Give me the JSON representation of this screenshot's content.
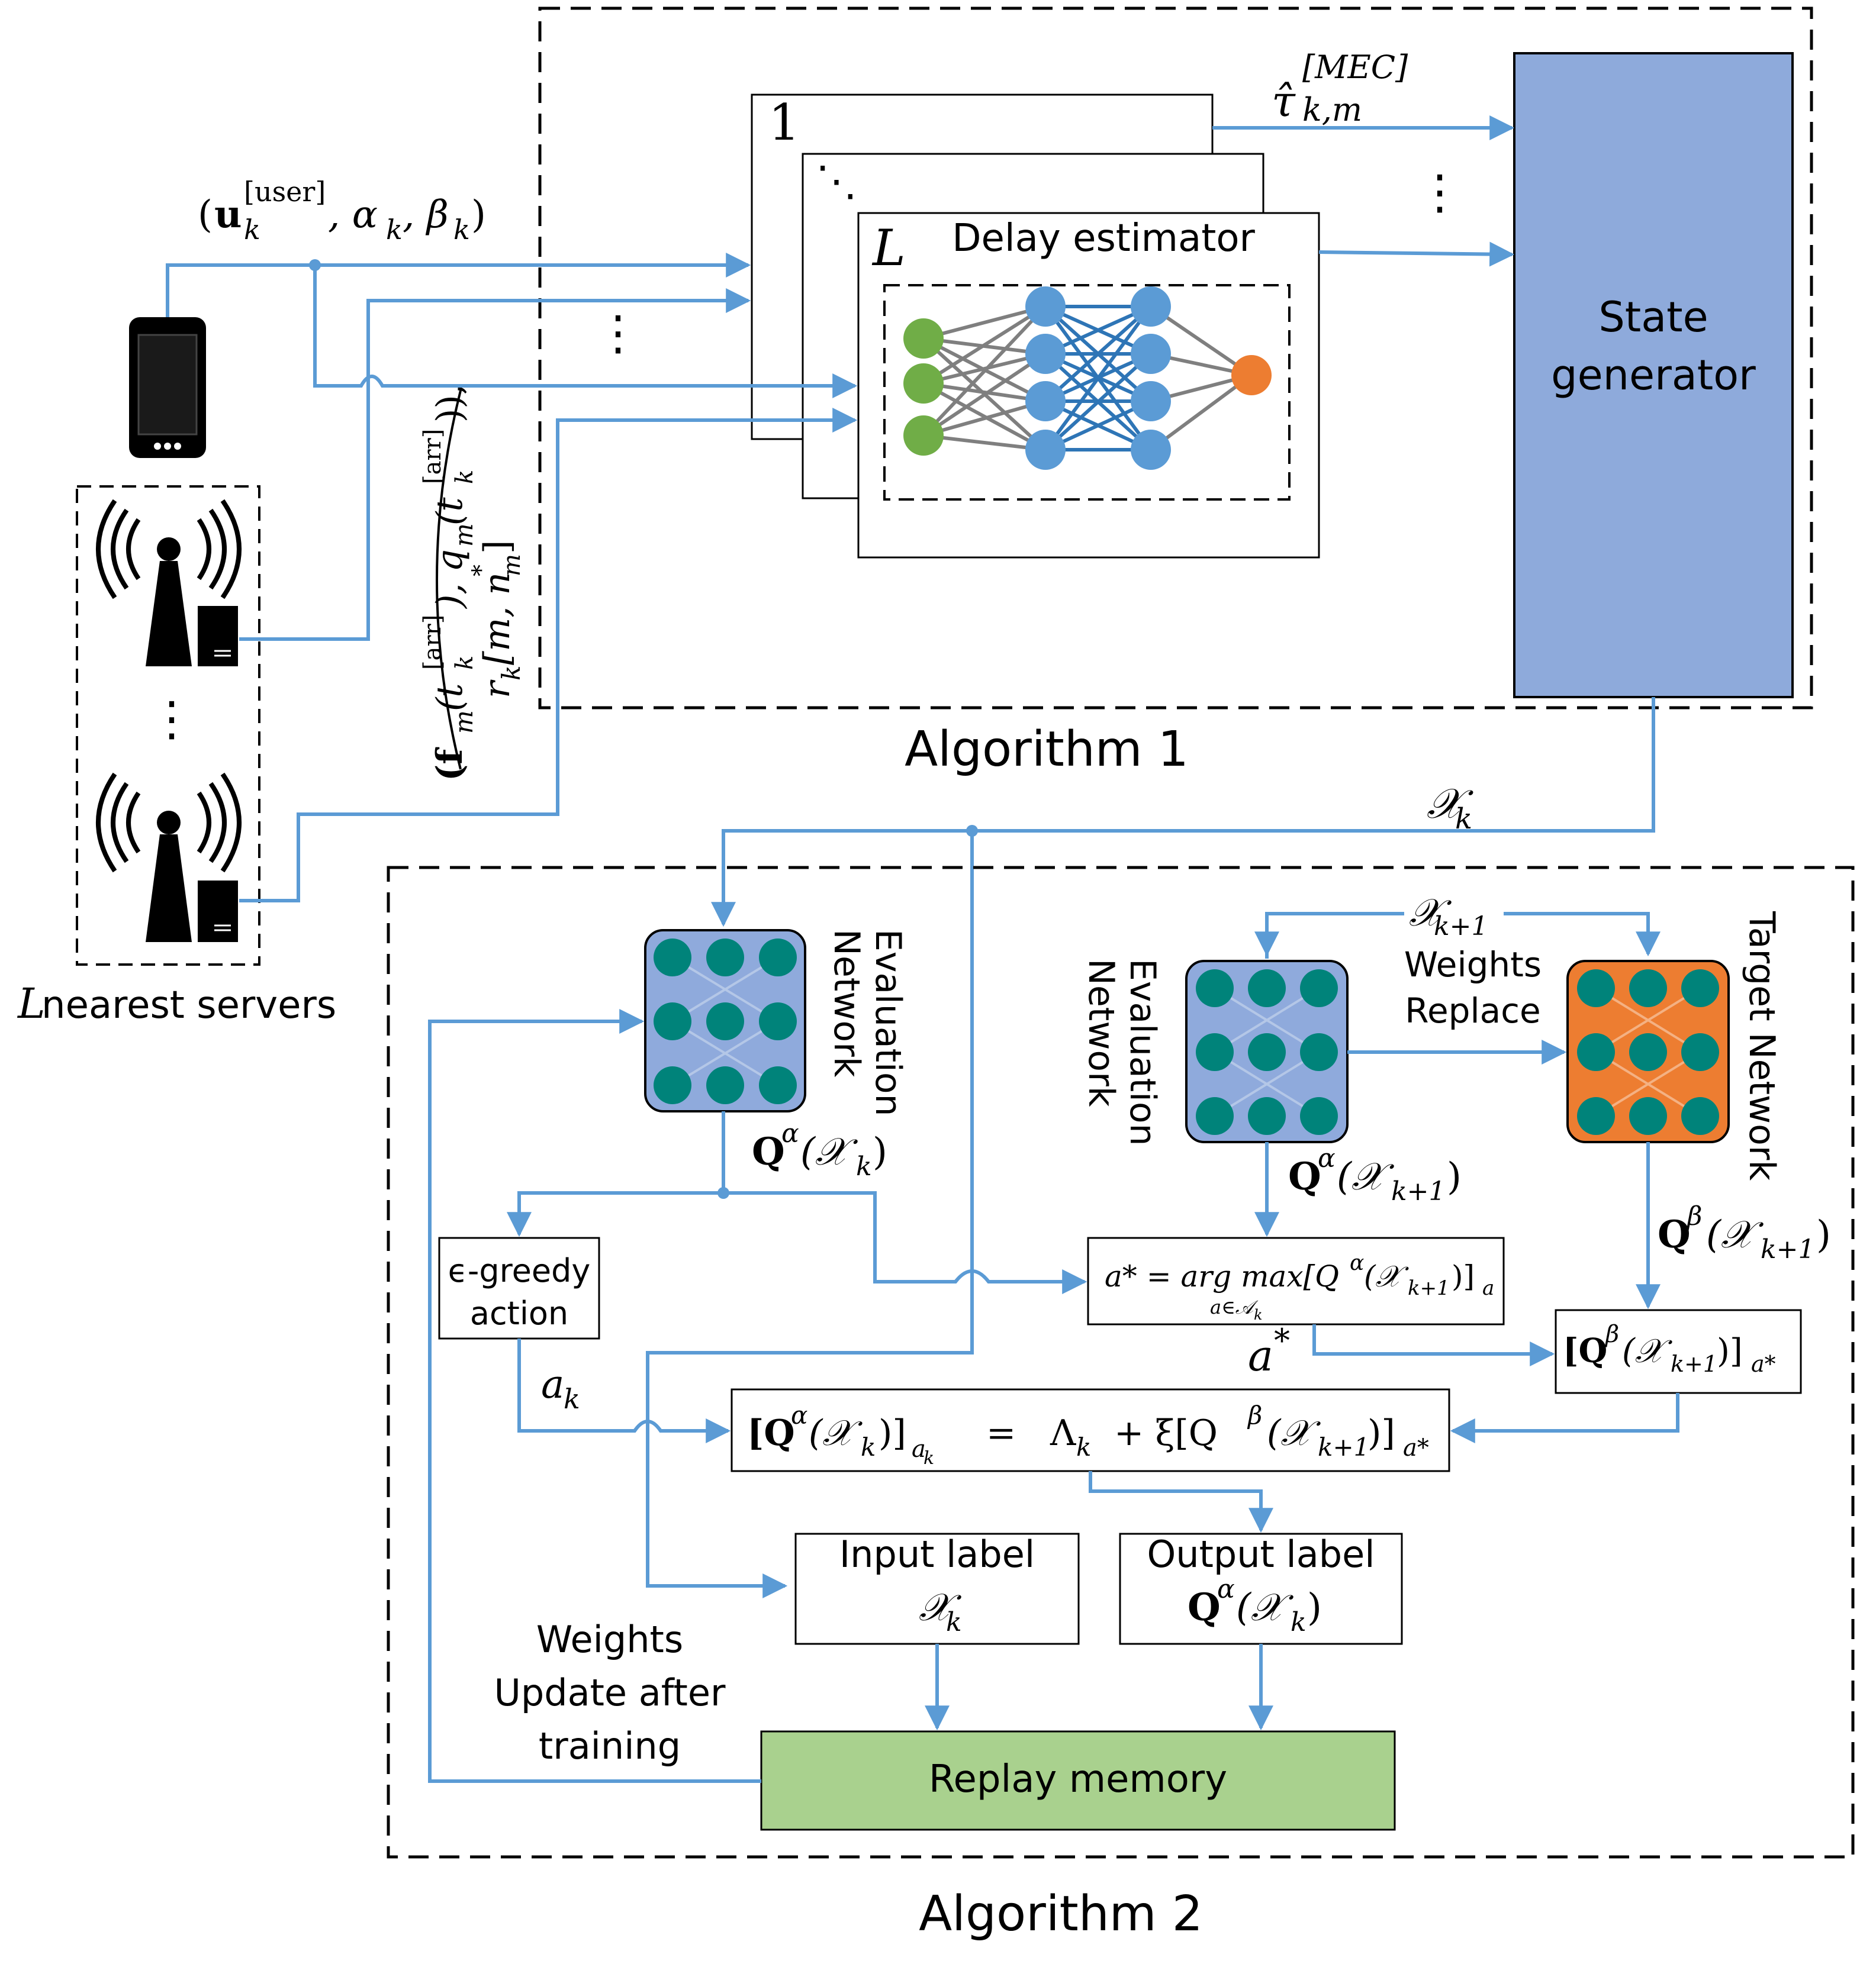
{
  "colors": {
    "arrow": "#5b9bd5",
    "nn_input": "#70ad47",
    "nn_hidden": "#5b9bd5",
    "nn_output": "#ed7d31",
    "state_generator": "#8eaadb",
    "replay_memory": "#a9d18e",
    "eval_net_bg": "#8faadc",
    "target_net_bg": "#ed7d31",
    "q_node": "#00837a"
  },
  "icons": {
    "user_device": "smartphone-icon",
    "server": "base-station-server-icon"
  },
  "algorithm1": {
    "caption": "Algorithm 1",
    "card_first": "1",
    "card_mid": "⋱",
    "card_last": "L",
    "delay_estimator": "Delay estimator",
    "state_generator_line1": "State",
    "state_generator_line2": "generator",
    "tau_base": "τ̂",
    "tau_sup": "[MEC]",
    "tau_sub": "k,m",
    "dots": "⋮",
    "user_input": {
      "open": "(",
      "u": "u",
      "sup": "[user]",
      "sub": "k",
      "rest": ", α",
      "a_sub": "k",
      "comma": ", β",
      "b_sub": "k",
      "close": ")"
    },
    "server_input": {
      "line1": "(f",
      "line1_sub": "m",
      "line1_rest": "(t",
      "line1_sup": "[arr]",
      "line1_sub2": "k",
      "line1_tail": "), q",
      "line1_sub3": "m",
      "line1_end": "(t",
      "line1_sup2": "[arr]",
      "line1_sub4": "k",
      "line1_close": ")),",
      "line2": "r",
      "line2_sub": "k",
      "line2_rest": "[m, n",
      "line2_sup": "*",
      "line2_sub2": "m",
      "line2_close": "]"
    }
  },
  "left": {
    "servers_caption_L": "L",
    "servers_caption_rest": " nearest servers",
    "dots": "⋮"
  },
  "algorithm2": {
    "caption": "Algorithm 2",
    "x_k": "𝒳",
    "x_k_sub": "k",
    "eval_net_label_1": "Evaluation",
    "eval_net_label_2": "Network",
    "target_net_label": "Target Network",
    "x_k1": "𝒳",
    "x_k1_sub": "k+1",
    "weights_replace_1": "Weights",
    "weights_replace_2": "Replace",
    "q_alpha_xk": "Q",
    "q_alpha_sup": "α",
    "q_alpha_arg": "(𝒳",
    "q_alpha_arg_sub": "k",
    "q_alpha_close": ")",
    "q_alpha_xk1_arg_sub": "k+1",
    "q_beta_sup": "β",
    "greedy_line1": "ϵ-greedy",
    "greedy_line2": "action",
    "a_k": "a",
    "a_k_sub": "k",
    "a_star": "a",
    "a_star_sup": "*",
    "argmax_expr": "a* = arg max[Q",
    "argmax_mid": "(𝒳",
    "argmax_end": ")]",
    "argmax_sub_a": "a",
    "argmax_under": "a∈𝒜",
    "argmax_under_sub": "k",
    "qbeta_box": "[Q",
    "qbeta_box_end": ")]",
    "qbeta_box_sub": "a*",
    "bellman_lhs": "[Q",
    "bellman_lhs_end": ")]",
    "bellman_lhs_sub": "a",
    "bellman_eq": "=",
    "bellman_lambda": "Λ",
    "bellman_plus": "+ ξ[Q",
    "bellman_rhs_end": ")]",
    "input_label_title": "Input label",
    "output_label_title": "Output label",
    "weights_update_1": "Weights",
    "weights_update_2": "Update after",
    "weights_update_3": "training",
    "replay_memory": "Replay memory"
  }
}
